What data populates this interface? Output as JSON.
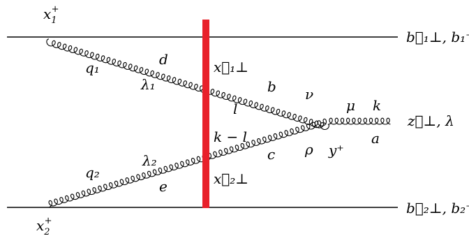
{
  "diagram": {
    "x1_label": {
      "base": "x",
      "sub": "1",
      "sup": "+"
    },
    "x2_label": {
      "base": "x",
      "sub": "2",
      "sup": "+"
    },
    "b1_label": "b⃗₁⊥, b₁⁻",
    "b2_label": "b⃗₂⊥, b₂⁻",
    "z_label": "z⃗⊥, λ",
    "q1": "q₁",
    "q2": "q₂",
    "d": "d",
    "lambda1": "λ₁",
    "lambda2": "λ₂",
    "e": "e",
    "x1perp": "x⃗₁⊥",
    "x2perp": "x⃗₂⊥",
    "b": "b",
    "nu": "ν",
    "l": "l",
    "k_minus_l": "k − l",
    "c": "c",
    "rho": "ρ",
    "y_plus": "y⁺",
    "mu": "μ",
    "k": "k",
    "a": "a"
  },
  "colors": {
    "shockwave": "#e8202a",
    "lines": "#000000"
  }
}
